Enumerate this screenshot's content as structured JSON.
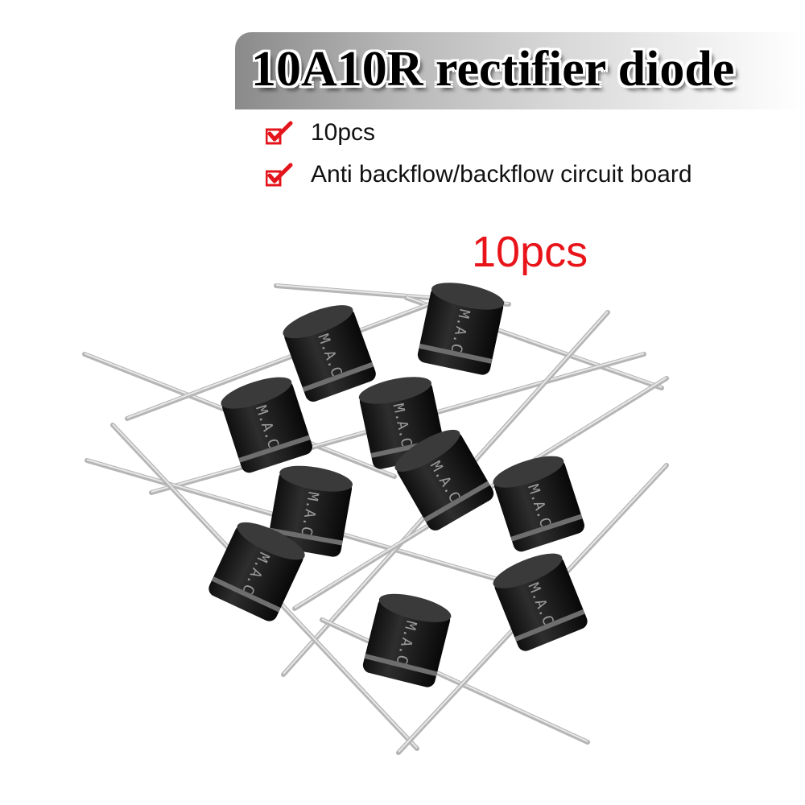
{
  "banner": {
    "title": "10A10R rectifier diode"
  },
  "features": [
    {
      "icon": "red-checkmark-icon",
      "label": "10pcs"
    },
    {
      "icon": "red-checkmark-icon",
      "label": "Anti backflow/backflow circuit board"
    }
  ],
  "quantity_label": "10pcs",
  "product_photo": {
    "subject": "ten axial rectifier diodes",
    "body_marking": "M.A.C",
    "body_color": "#1c1c1c",
    "lead_color": "#b5b5b5"
  },
  "colors": {
    "quantity_red": "#e8141a",
    "check_red": "#e3141b",
    "banner_gray": "#8a8a8a"
  }
}
